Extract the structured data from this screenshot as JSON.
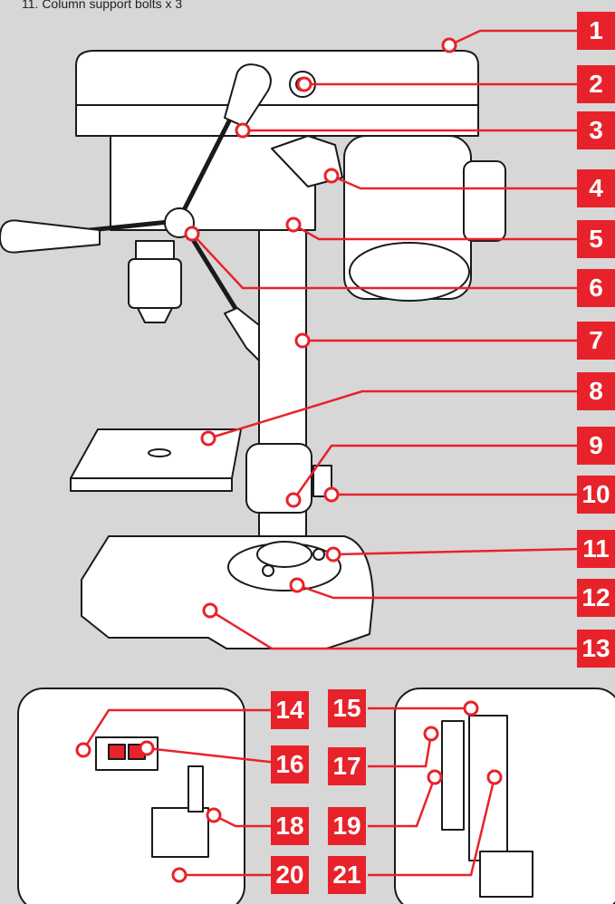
{
  "caption": "11. Column support bolts x 3",
  "accent_color": "#e8222a",
  "labels": [
    "1",
    "2",
    "3",
    "4",
    "5",
    "6",
    "7",
    "8",
    "9",
    "10",
    "11",
    "12",
    "13",
    "14",
    "15",
    "16",
    "17",
    "18",
    "19",
    "20",
    "21"
  ]
}
